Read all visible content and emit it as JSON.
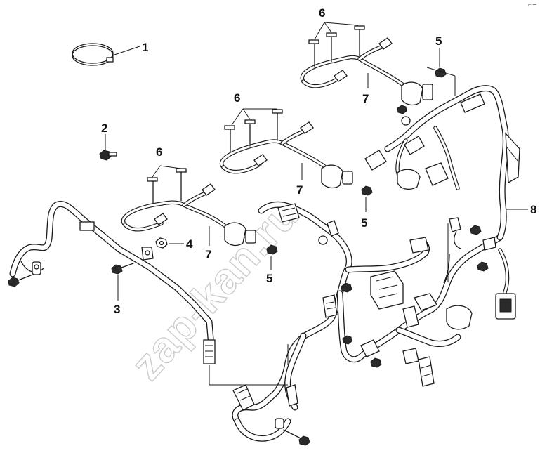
{
  "callouts": {
    "c1": "1",
    "c2": "2",
    "c3": "3",
    "c4": "4",
    "c5a": "5",
    "c5b": "5",
    "c5c": "5",
    "c6a": "6",
    "c6b": "6",
    "c6c": "6",
    "c7a": "7",
    "c7b": "7",
    "c7c": "7",
    "c8": "8"
  },
  "watermark": "zap-kan.ru",
  "corner_mark": "⌐ ━"
}
